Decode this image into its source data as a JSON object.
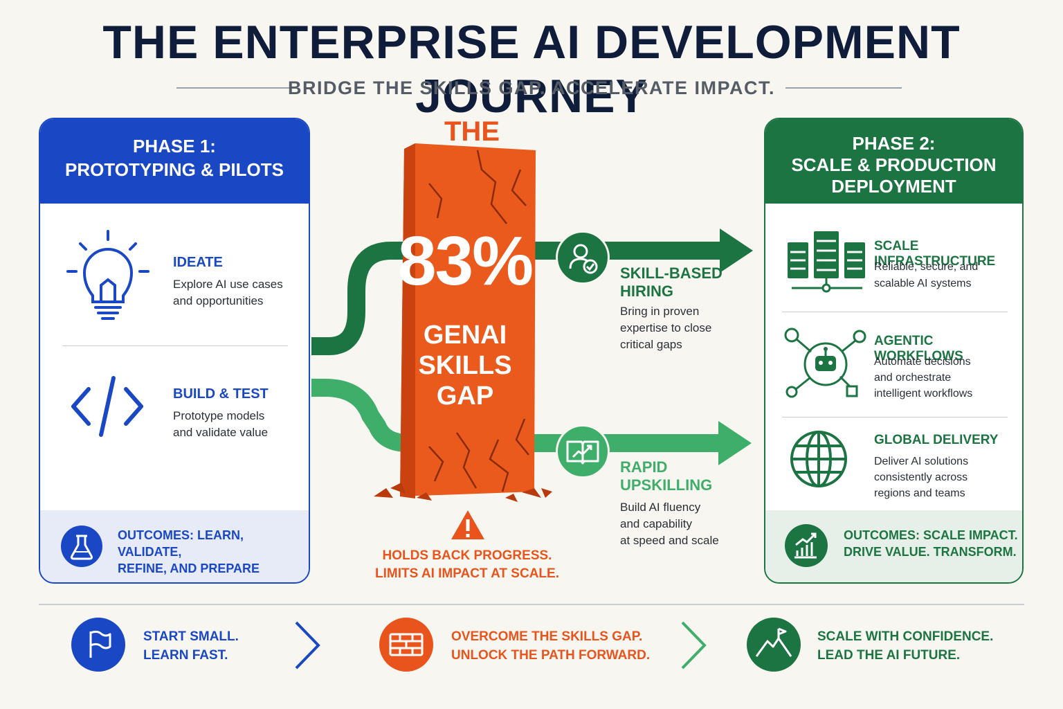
{
  "header": {
    "title": "THE ENTERPRISE AI DEVELOPMENT JOURNEY",
    "subtitle": "BRIDGE THE SKILLS GAP. ACCELERATE IMPACT."
  },
  "phase1": {
    "title": "PHASE 1:\nPROTOTYPING & PILOTS",
    "items": [
      {
        "icon": "lightbulb-icon",
        "title": "IDEATE",
        "desc": "Explore AI use cases\nand opportunities"
      },
      {
        "icon": "code-icon",
        "title": "BUILD & TEST",
        "desc": "Prototype models\nand validate value"
      }
    ],
    "outcome": "OUTCOMES: LEARN, VALIDATE,\nREFINE, AND PREPARE"
  },
  "gap": {
    "prefix": "THE",
    "percent": "83%",
    "label": "GENAI\nSKILLS\nGAP",
    "warning": "HOLDS BACK PROGRESS.\nLIMITS AI IMPACT AT SCALE."
  },
  "paths": [
    {
      "icon": "user-check-icon",
      "title": "SKILL-BASED\nHIRING",
      "desc": "Bring in proven\nexpertise to close\ncritical gaps"
    },
    {
      "icon": "book-growth-icon",
      "title": "RAPID\nUPSKILLING",
      "desc": "Build AI fluency\nand capability\nat speed and scale"
    }
  ],
  "phase2": {
    "title": "PHASE 2:\nSCALE & PRODUCTION\nDEPLOYMENT",
    "items": [
      {
        "icon": "servers-icon",
        "title": "SCALE INFRASTRUCTURE",
        "desc": "Reliable, secure, and\nscalable AI systems"
      },
      {
        "icon": "robot-network-icon",
        "title": "AGENTIC WORKFLOWS",
        "desc": "Automate decisions\nand orchestrate\nintelligent workflows"
      },
      {
        "icon": "globe-icon",
        "title": "GLOBAL DELIVERY",
        "desc": "Deliver AI solutions\nconsistently across\nregions and teams"
      }
    ],
    "outcome": "OUTCOMES: SCALE IMPACT.\nDRIVE VALUE. TRANSFORM."
  },
  "footer": [
    {
      "icon": "flag-icon",
      "text": "START SMALL.\nLEARN FAST."
    },
    {
      "icon": "brick-wall-icon",
      "text": "OVERCOME THE SKILLS GAP.\nUNLOCK THE PATH FORWARD."
    },
    {
      "icon": "mountain-flag-icon",
      "text": "SCALE WITH CONFIDENCE.\nLEAD THE AI FUTURE."
    }
  ],
  "colors": {
    "blue": "#1a47c4",
    "dark_green": "#1d7443",
    "light_green": "#3fae6a",
    "orange": "#e8541c",
    "navy": "#0f1d3b"
  }
}
